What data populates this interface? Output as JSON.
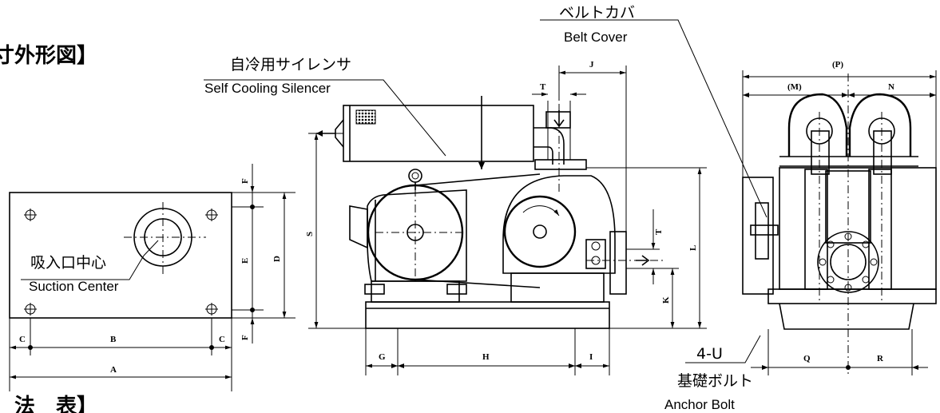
{
  "headings": {
    "outline": "寸外形図】",
    "dimension_table": "法　表】"
  },
  "callouts": {
    "silencer_jp": "自冷用サイレンサ",
    "silencer_en": "Self Cooling Silencer",
    "belt_cover_jp": "ベルトカバ",
    "belt_cover_en": "Belt Cover",
    "suction_center_jp": "吸入口中心",
    "suction_center_en": "Suction Center",
    "anchor_bolt_count": "4-U",
    "anchor_bolt_jp": "基礎ボルト",
    "anchor_bolt_en": "Anchor Bolt"
  },
  "dims": {
    "a": "A",
    "b": "B",
    "c": "C",
    "d": "D",
    "e": "E",
    "f": "F",
    "g": "G",
    "h": "H",
    "i": "I",
    "j": "J",
    "k": "K",
    "l": "L",
    "m": "(M)",
    "n": "N",
    "p": "(P)",
    "q": "Q",
    "r": "R",
    "s": "S",
    "t": "T"
  }
}
